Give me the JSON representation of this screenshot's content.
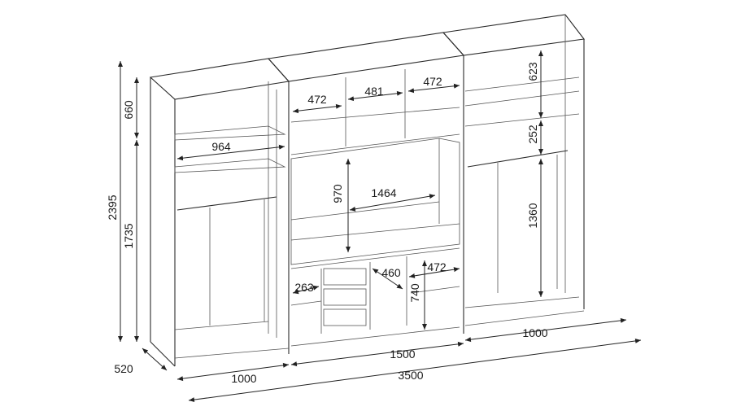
{
  "dimensions": {
    "height_total": "2395",
    "height_top": "660",
    "height_bottom": "1735",
    "depth": "520",
    "width_left": "1000",
    "width_center": "1500",
    "width_right": "1000",
    "width_total": "3500",
    "left_shelf_width": "964",
    "center_top_left": "472",
    "center_top_mid": "481",
    "center_top_right": "472",
    "center_tv_width": "1464",
    "center_tv_height": "970",
    "drawer_width": "263",
    "center_low_mid": "460",
    "center_low_right": "472",
    "center_low_height": "740",
    "right_top_height": "623",
    "right_mid_height": "252",
    "right_hang_height": "1360"
  }
}
